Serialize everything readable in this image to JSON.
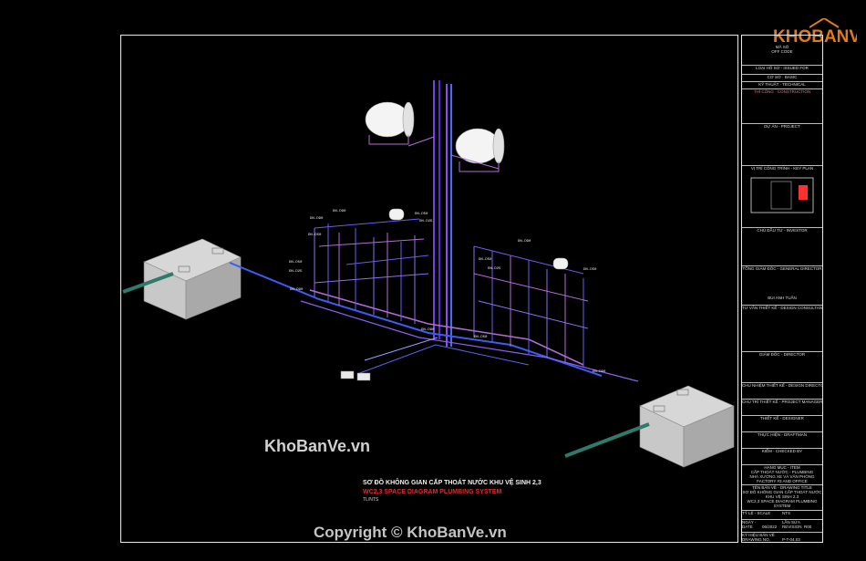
{
  "logo": {
    "text": "KHOBANVE"
  },
  "watermark": {
    "site": "KhoBanVe.vn",
    "copyright": "Copyright © KhoBanVe.vn"
  },
  "drawing": {
    "title_vi": "SƠ ĐỒ KHÔNG GIAN CẤP THOÁT NƯỚC KHU VỆ SINH 2,3",
    "title_en": "WC2,3 SPACE DIAGRAM PLUMBING SYSTEM",
    "scale_note": "TL/NTS"
  },
  "title_block": {
    "code": "MÃ SỐ\nOFF CODE",
    "issued_for": "LOẠI HỒ SƠ - ISSUED FOR",
    "options": [
      "CƠ SỞ · BASIC",
      "KỸ THUẬT · TECHNICAL",
      "THI CÔNG · CONSTRUCTION"
    ],
    "project": "DỰ ÁN - PROJECT",
    "key_plan": "VỊ TRÍ CÔNG TRÌNH - KEY PLAN",
    "investor": "CHỦ ĐẦU TƯ - INVESTOR",
    "general_director": "TỔNG GIÁM ĐỐC - GENERAL DIRECTOR",
    "person": "BÙI ANH TUẤN",
    "consultant": "TƯ VẤN THIẾT KẾ - DESIGN CONSULTANT",
    "director": "GIÁM ĐỐC - DIRECTOR",
    "design_director": "CHỦ NHIỆM THIẾT KẾ - DESIGN DIRECTOR",
    "project_manager": "CHỦ TRÌ THIẾT KẾ - PROJECT MANAGER",
    "designer": "THIẾT KẾ - DESIGNER",
    "draftman": "THỰC HIỆN - DRAFTMAN",
    "checked": "KIỂM - CHECKED BY",
    "category": "HẠNG MỤC - ITEM\nCẤP THOÁT NƯỚC - PLUMBING\nNHÀ XƯỞNG XE VÀ VĂN PHÒNG\nFACTORY #3 AND OFFICE",
    "drawing_title": "TÊN BẢN VẼ - DRAWING TITLE\nSƠ ĐỒ KHÔNG GIAN CẤP THOÁT NƯỚC\nKHU VỆ SINH 2,3\nWC2,3 SPACE DIAGRAM PLUMBING\nSYSTEM",
    "scale_label": "TỶ LỆ - SCALE",
    "scale_value": "NTS",
    "date_label": "NGÀY - DATE",
    "date_value": "06/2022",
    "revision_label": "LẦN SỬA\nREVISION",
    "revision_value": "R00",
    "drawing_no_label": "KÝ HIỆU BẢN VẼ\nDRAWING NO.",
    "drawing_no_value": "P-T-04.03"
  }
}
